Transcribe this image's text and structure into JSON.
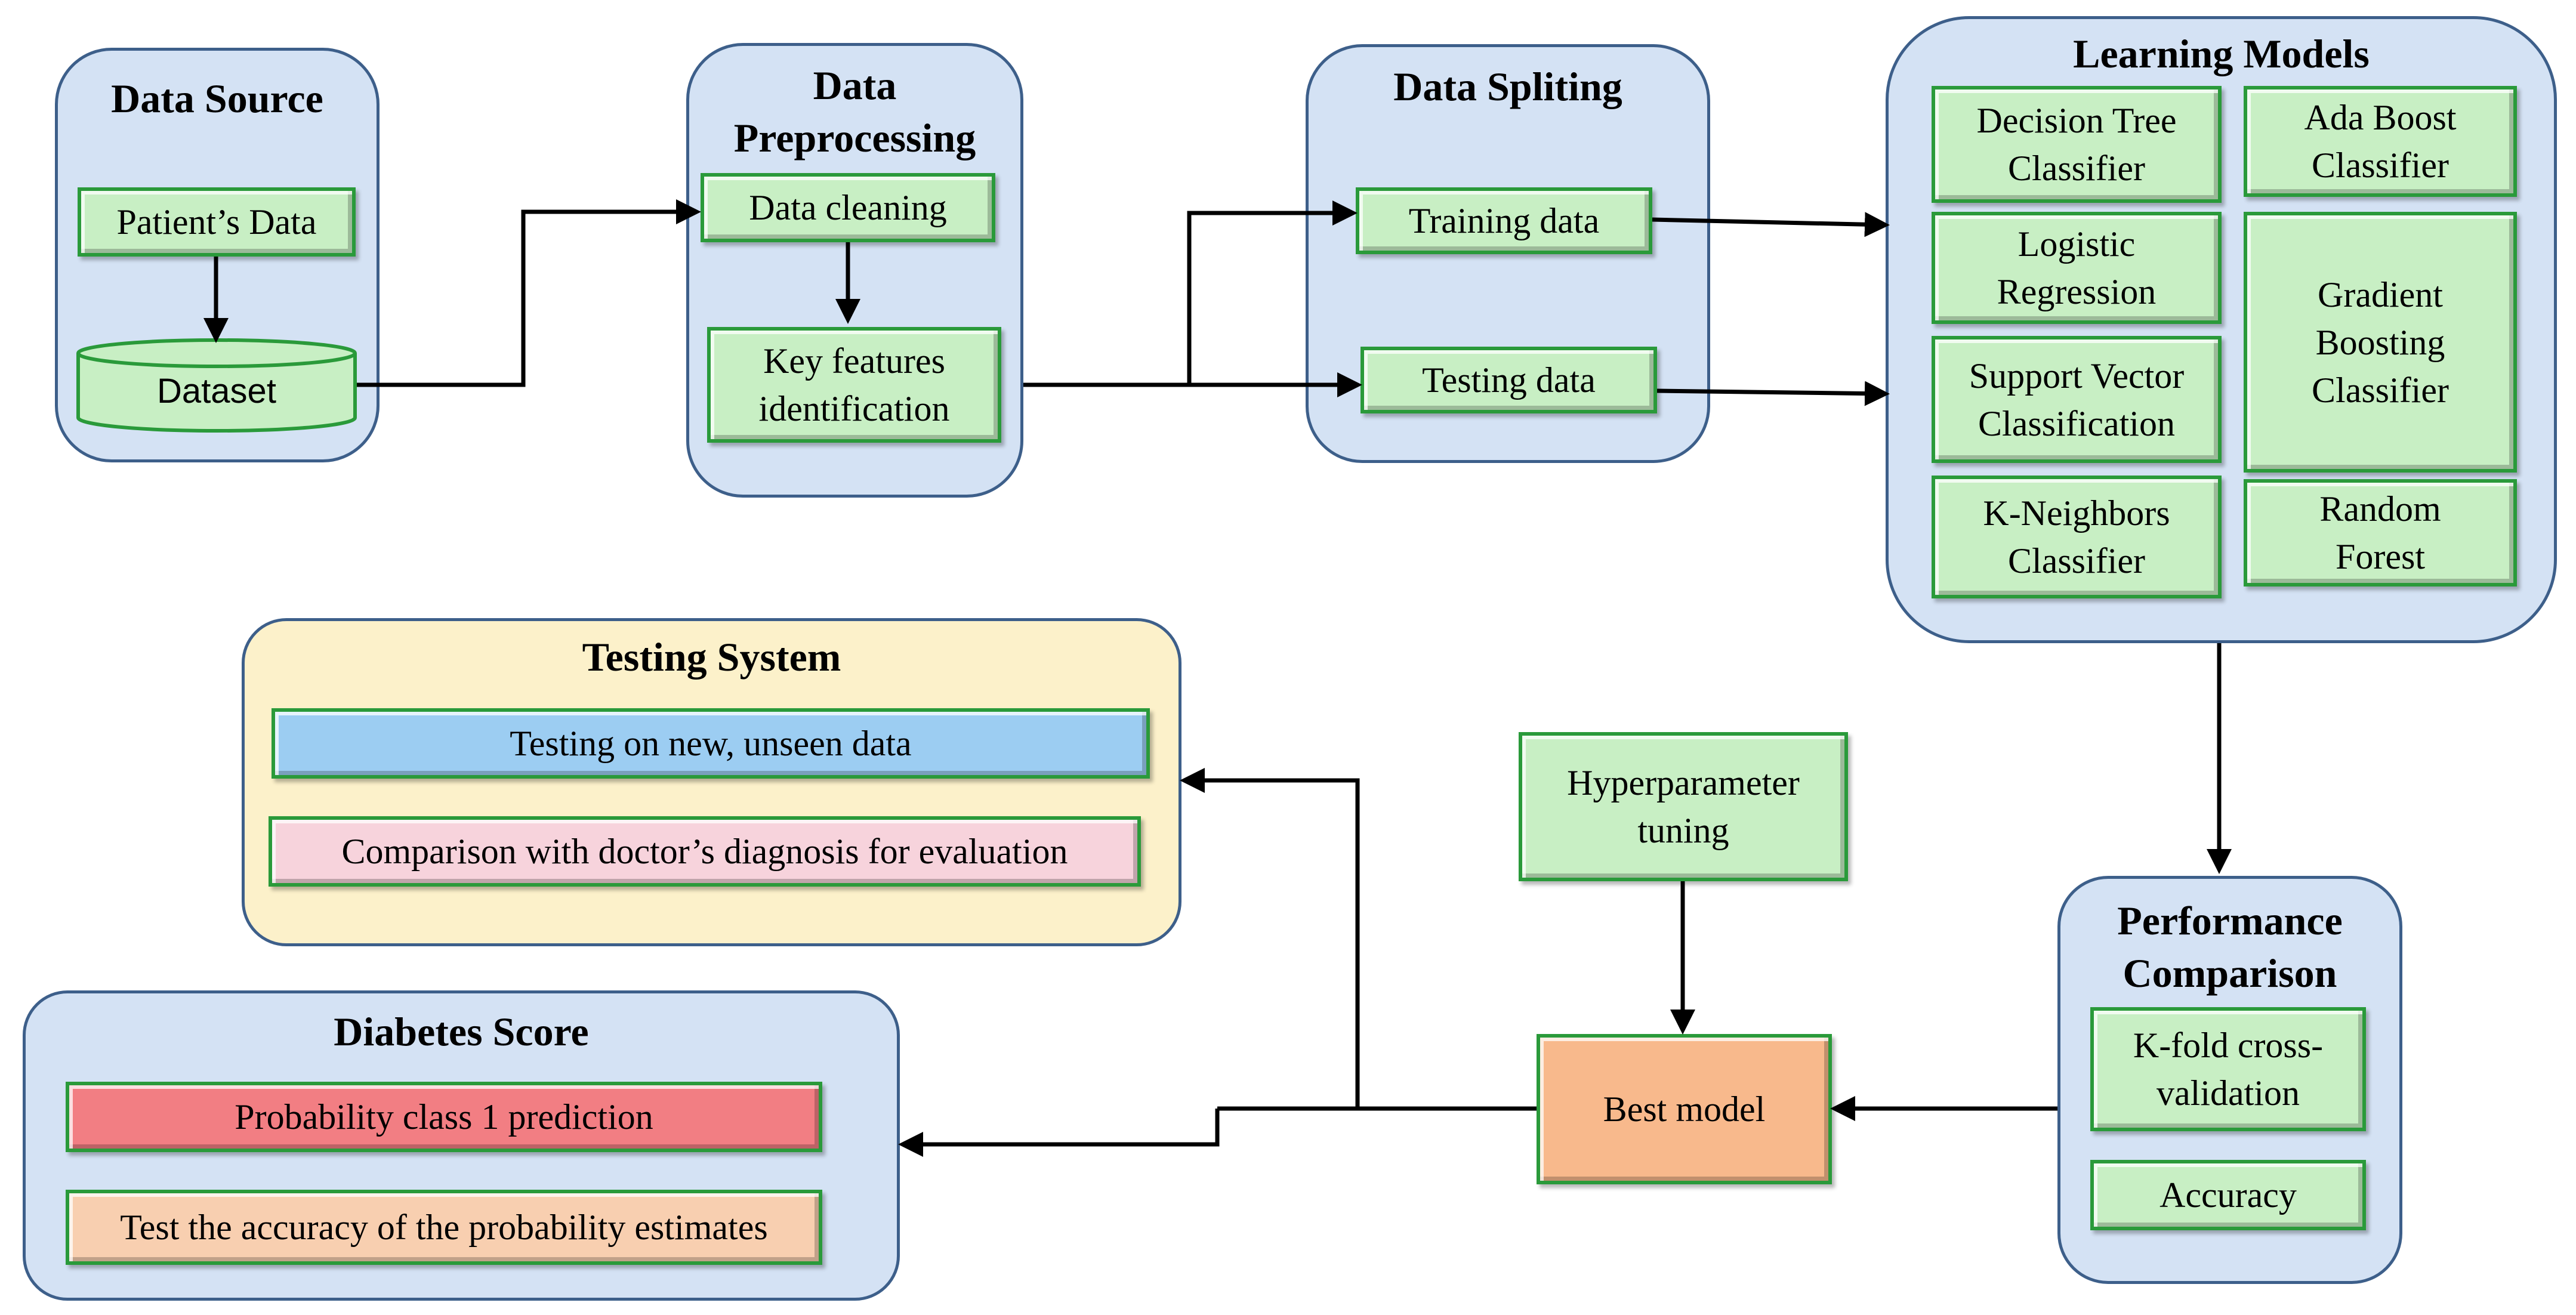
{
  "data_source": {
    "title": "Data Source",
    "patient_data": "Patient’s Data",
    "dataset": "Dataset"
  },
  "preprocessing": {
    "title": "Data Preprocessing",
    "cleaning": "Data cleaning",
    "key_features": "Key features identification"
  },
  "splitting": {
    "title": "Data Spliting",
    "training": "Training data",
    "testing": "Testing data"
  },
  "learning_models": {
    "title": "Learning Models",
    "decision_tree": "Decision Tree Classifier",
    "ada_boost": "Ada Boost Classifier",
    "logistic": "Logistic Regression",
    "gradient_boosting": "Gradient Boosting Classifier",
    "svc": "Support Vector Classification",
    "knn": "K-Neighbors Classifier",
    "random_forest": "Random Forest"
  },
  "performance": {
    "title": "Performance Comparison",
    "kfold": "K-fold cross-validation",
    "accuracy": "Accuracy"
  },
  "hyperparameter": {
    "label": "Hyperparameter tuning"
  },
  "best_model": {
    "label": "Best model"
  },
  "testing_system": {
    "title": "Testing System",
    "new_data": "Testing on new, unseen data",
    "comparison": "Comparison with doctor’s diagnosis for evaluation"
  },
  "diabetes_score": {
    "title": "Diabetes Score",
    "probability": "Probability class 1 prediction",
    "accuracy_test": "Test the accuracy of the probability estimates"
  },
  "colors": {
    "panel_blue": "#d4e2f4",
    "panel_yellow": "#fcf1ca",
    "panel_border": "#3d5f8a",
    "box_green": "#c8efc4",
    "box_border_green": "#2a9a3a",
    "box_blue": "#9ccdf2",
    "box_pink": "#f7d3dc",
    "box_red": "#f27e83",
    "box_peach": "#f8cfb0",
    "box_orange": "#f8b98c",
    "arrow": "#000000"
  }
}
